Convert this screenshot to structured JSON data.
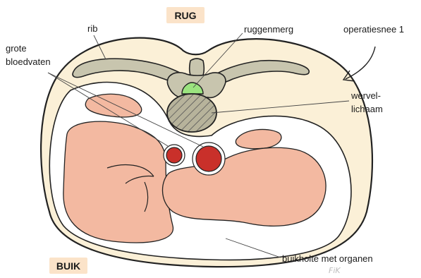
{
  "labels": {
    "back": "RUG",
    "belly": "BUIK",
    "rib": "rib",
    "spinal_cord": "ruggenmerg",
    "incision": "operatiesnee 1",
    "vessels_line1": "grote",
    "vessels_line2": "bloedvaten",
    "vertebra_line1": "wervel-",
    "vertebra_line2": "lichaam",
    "cavity": "buikholte met organen"
  },
  "signature": "FiK",
  "colors": {
    "outline": "#222222",
    "body_fill": "#fbf0d7",
    "cavity_fill": "#ffffff",
    "organ_fill": "#f3b9a1",
    "bone_fill": "#c8c5ae",
    "cord_fill": "#9be47f",
    "vessel_fill": "#c9302a",
    "tag_bg": "#fbe3c9"
  }
}
